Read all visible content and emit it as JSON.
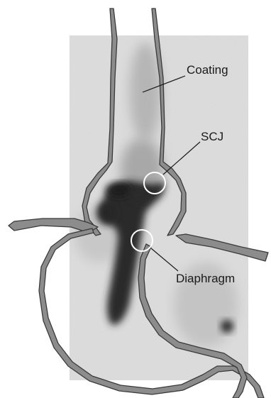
{
  "figure": {
    "labels": {
      "coating": "Coating",
      "scj": "SCJ",
      "diaphragm": "Diaphragm"
    },
    "colors": {
      "background_scan": "#dcdcdc",
      "outline_fill": "#8c8c8c",
      "outline_stroke": "#3a3a3a",
      "marker_stroke": "#ffffff",
      "leader": "#1a1a1a"
    }
  }
}
